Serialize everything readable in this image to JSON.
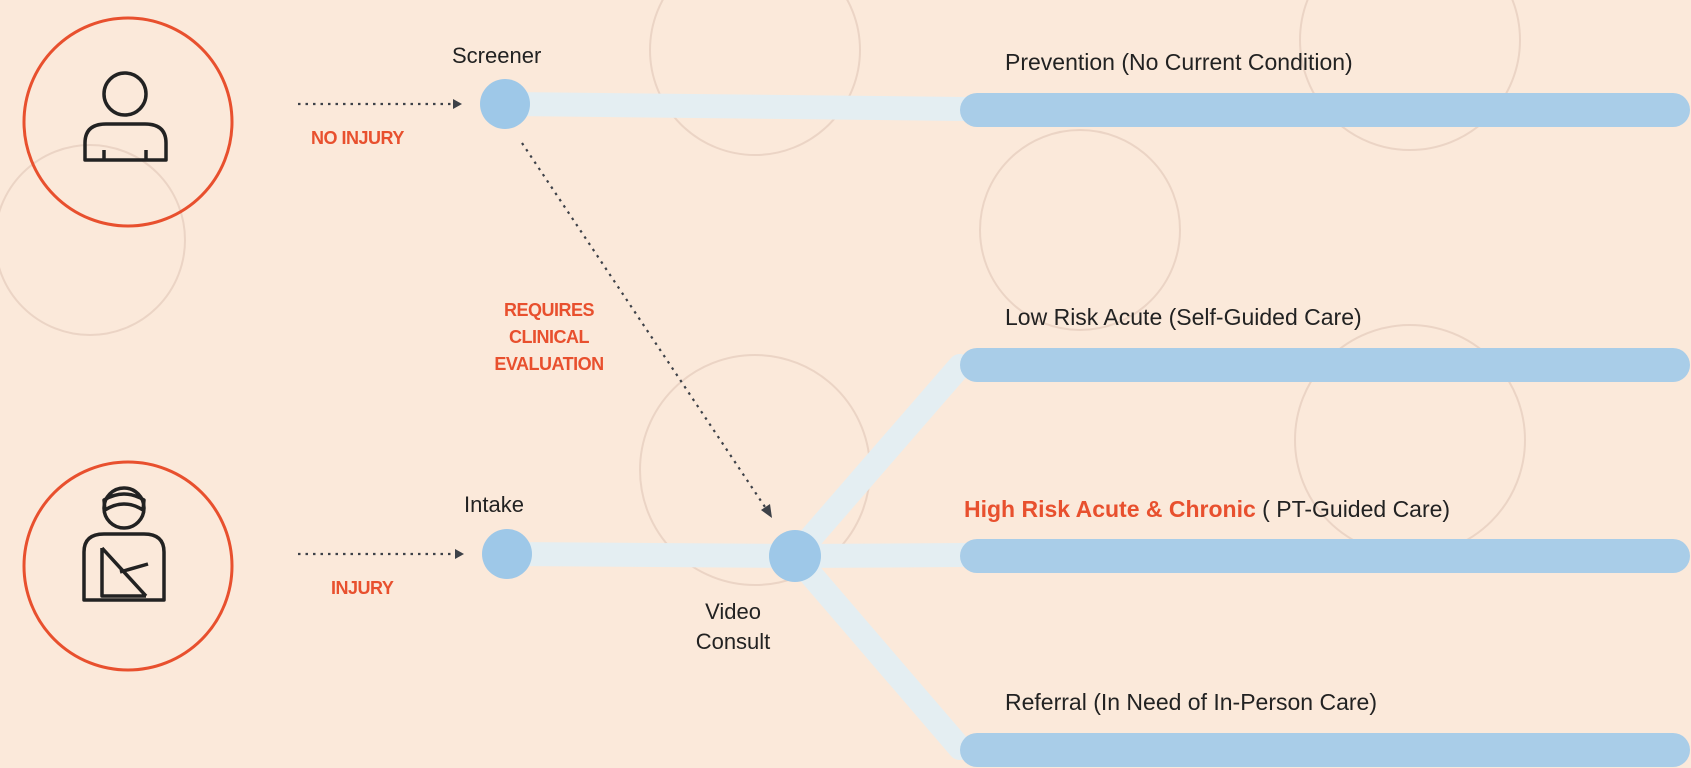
{
  "colors": {
    "background": "#fbe9da",
    "accent": "#e8502e",
    "track": "#a9cde8",
    "track_light": "#e4eef2",
    "node": "#9ec8e8"
  },
  "icons": {
    "user": "user-icon",
    "injured_user": "injured-user-icon"
  },
  "nodes": {
    "screener": "Screener",
    "intake": "Intake",
    "video_consult_line1": "Video",
    "video_consult_line2": "Consult"
  },
  "conditions": {
    "no_injury": "NO INJURY",
    "injury": "INJURY",
    "clinical_line1": "REQUIRES",
    "clinical_line2": "CLINICAL",
    "clinical_line3": "EVALUATION"
  },
  "outcomes": {
    "prevention": "Prevention (No Current Condition)",
    "low_risk": "Low Risk Acute (Self-Guided Care)",
    "high_risk_highlight": "High Risk Acute & Chronic",
    "high_risk_rest": " ( PT-Guided Care)",
    "referral": "Referral (In Need of In-Person Care)"
  }
}
